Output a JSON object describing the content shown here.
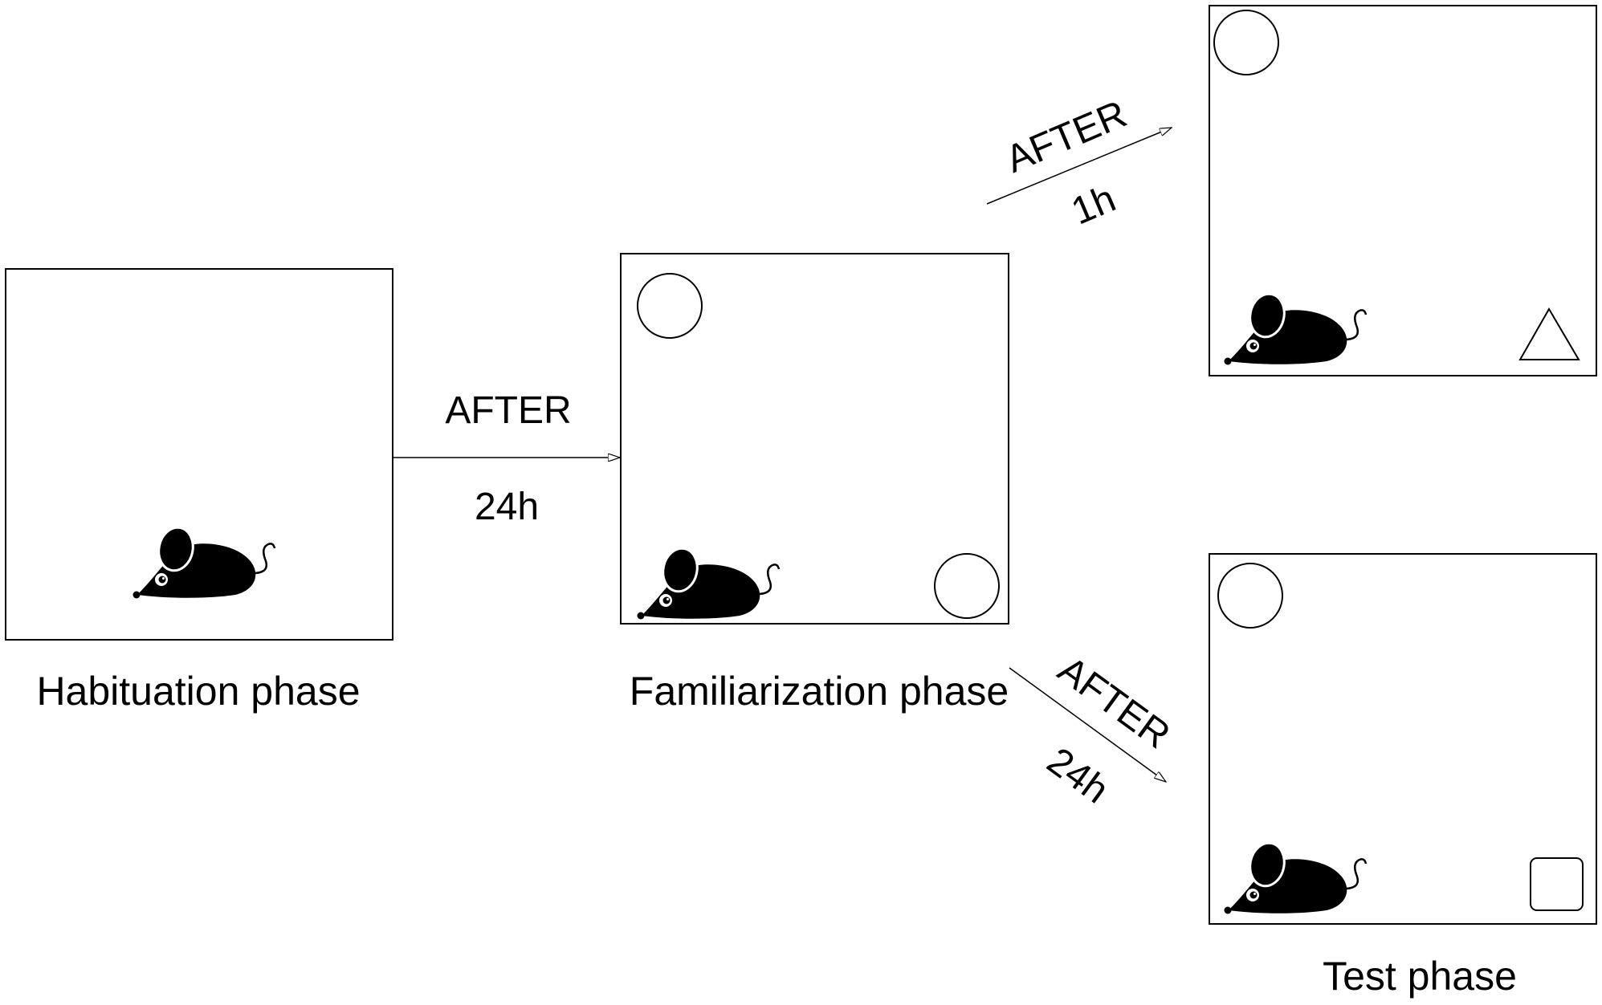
{
  "colors": {
    "stroke": "#000000",
    "background": "#ffffff",
    "mouse": "#000000"
  },
  "phases": {
    "habituation": "Habituation phase",
    "familiarization": "Familiarization phase",
    "test": "Test phase"
  },
  "transitions": {
    "habituation_to_familiarization": {
      "after": "AFTER",
      "delay": "24h"
    },
    "familiarization_to_test_top": {
      "after": "AFTER",
      "delay": "1h"
    },
    "familiarization_to_test_bottom": {
      "after": "AFTER",
      "delay": "24h"
    }
  },
  "objects": {
    "familiarization": [
      "circle",
      "circle"
    ],
    "test_top": [
      "circle",
      "triangle"
    ],
    "test_bottom": [
      "circle",
      "square"
    ]
  },
  "icons": {
    "mouse": "mouse-icon"
  }
}
